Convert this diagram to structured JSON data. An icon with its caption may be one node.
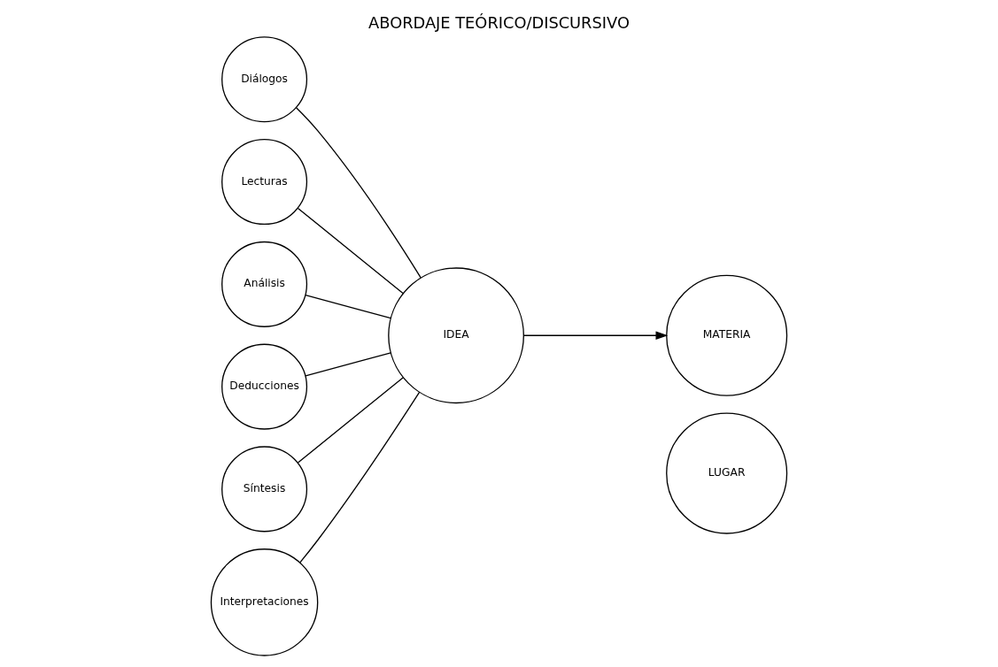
{
  "diagram": {
    "title": "ABORDAJE TEÓRICO/DISCURSIVO",
    "nodes": [
      {
        "text": [
          "Diálogos"
        ]
      },
      {
        "text": [
          "Lecturas"
        ]
      },
      {
        "text": [
          "Análisis"
        ]
      },
      {
        "text": [
          "IDEA"
        ]
      },
      {
        "text": [
          "Deducciones"
        ]
      },
      {
        "text": [
          "Síntesis"
        ]
      },
      {
        "text": [
          "Interpretaciones"
        ]
      },
      {
        "text": [
          "MATERIA"
        ]
      },
      {
        "text": [
          "LUGAR"
        ]
      }
    ],
    "edges": [
      {
        "from": 0,
        "to": 3,
        "arrow": "none"
      },
      {
        "from": 1,
        "to": 3,
        "arrow": "none"
      },
      {
        "from": 2,
        "to": 3,
        "arrow": "none"
      },
      {
        "from": 4,
        "to": 3,
        "arrow": "none"
      },
      {
        "from": 5,
        "to": 3,
        "arrow": "none"
      },
      {
        "from": 6,
        "to": 3,
        "arrow": "none"
      },
      {
        "from": 3,
        "to": 7,
        "arrow": "to"
      }
    ]
  }
}
